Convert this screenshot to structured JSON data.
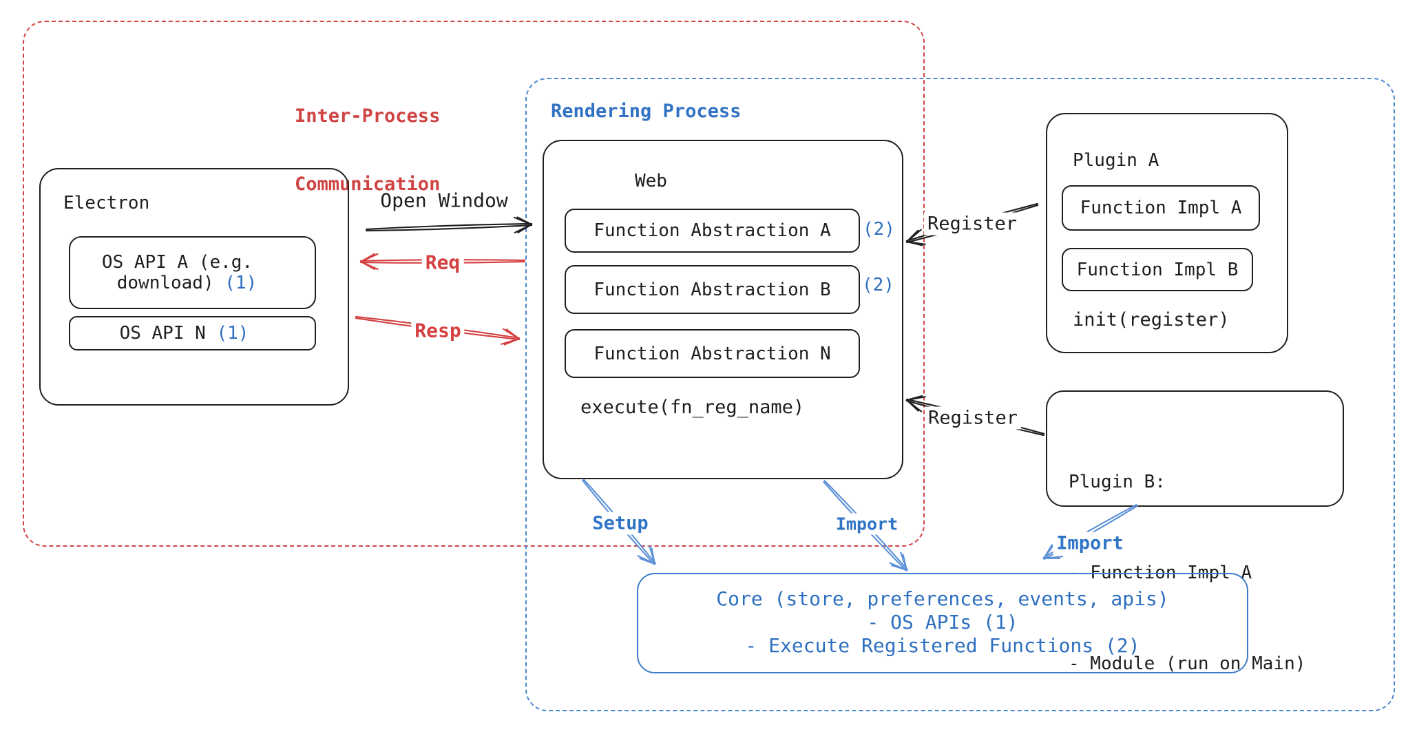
{
  "colors": {
    "ink": "#1e1e1e",
    "red": "#d24343",
    "blue": "#2d6fc0",
    "blue_sketch": "#5b8fd6",
    "background": "#ffffff"
  },
  "ipc": {
    "title_line1": "Inter-Process",
    "title_line2": "Communication"
  },
  "rendering": {
    "title": "Rendering Process"
  },
  "electron": {
    "title": "Electron",
    "api_a_line1": "OS API A (e.g.",
    "api_a_line2": "download)",
    "api_a_badge": "(1)",
    "api_n_label": "OS API N",
    "api_n_badge": "(1)"
  },
  "web": {
    "title": "Web",
    "items": [
      {
        "label": "Function Abstraction A",
        "badge": "(2)"
      },
      {
        "label": "Function Abstraction B",
        "badge": "(2)"
      },
      {
        "label": "Function Abstraction N",
        "badge": ""
      }
    ],
    "execute_label": "execute(fn_reg_name)"
  },
  "plugin_a": {
    "title": "Plugin A",
    "impl_a": "Function Impl A",
    "impl_b": "Function Impl B",
    "init_label": "init(register)"
  },
  "plugin_b": {
    "lines": [
      "Plugin B:",
      "- Function Impl A",
      "- Module (run on Main)"
    ]
  },
  "core": {
    "lines": [
      "Core (store, preferences, events, apis)",
      "- OS APIs (1)",
      "- Execute Registered Functions (2)"
    ]
  },
  "labels": {
    "open_window": "Open Window",
    "req": "Req",
    "resp": "Resp",
    "register_top": "Register",
    "register_bottom": "Register",
    "setup": "Setup",
    "import_web": "Import",
    "import_plugin": "Import"
  }
}
